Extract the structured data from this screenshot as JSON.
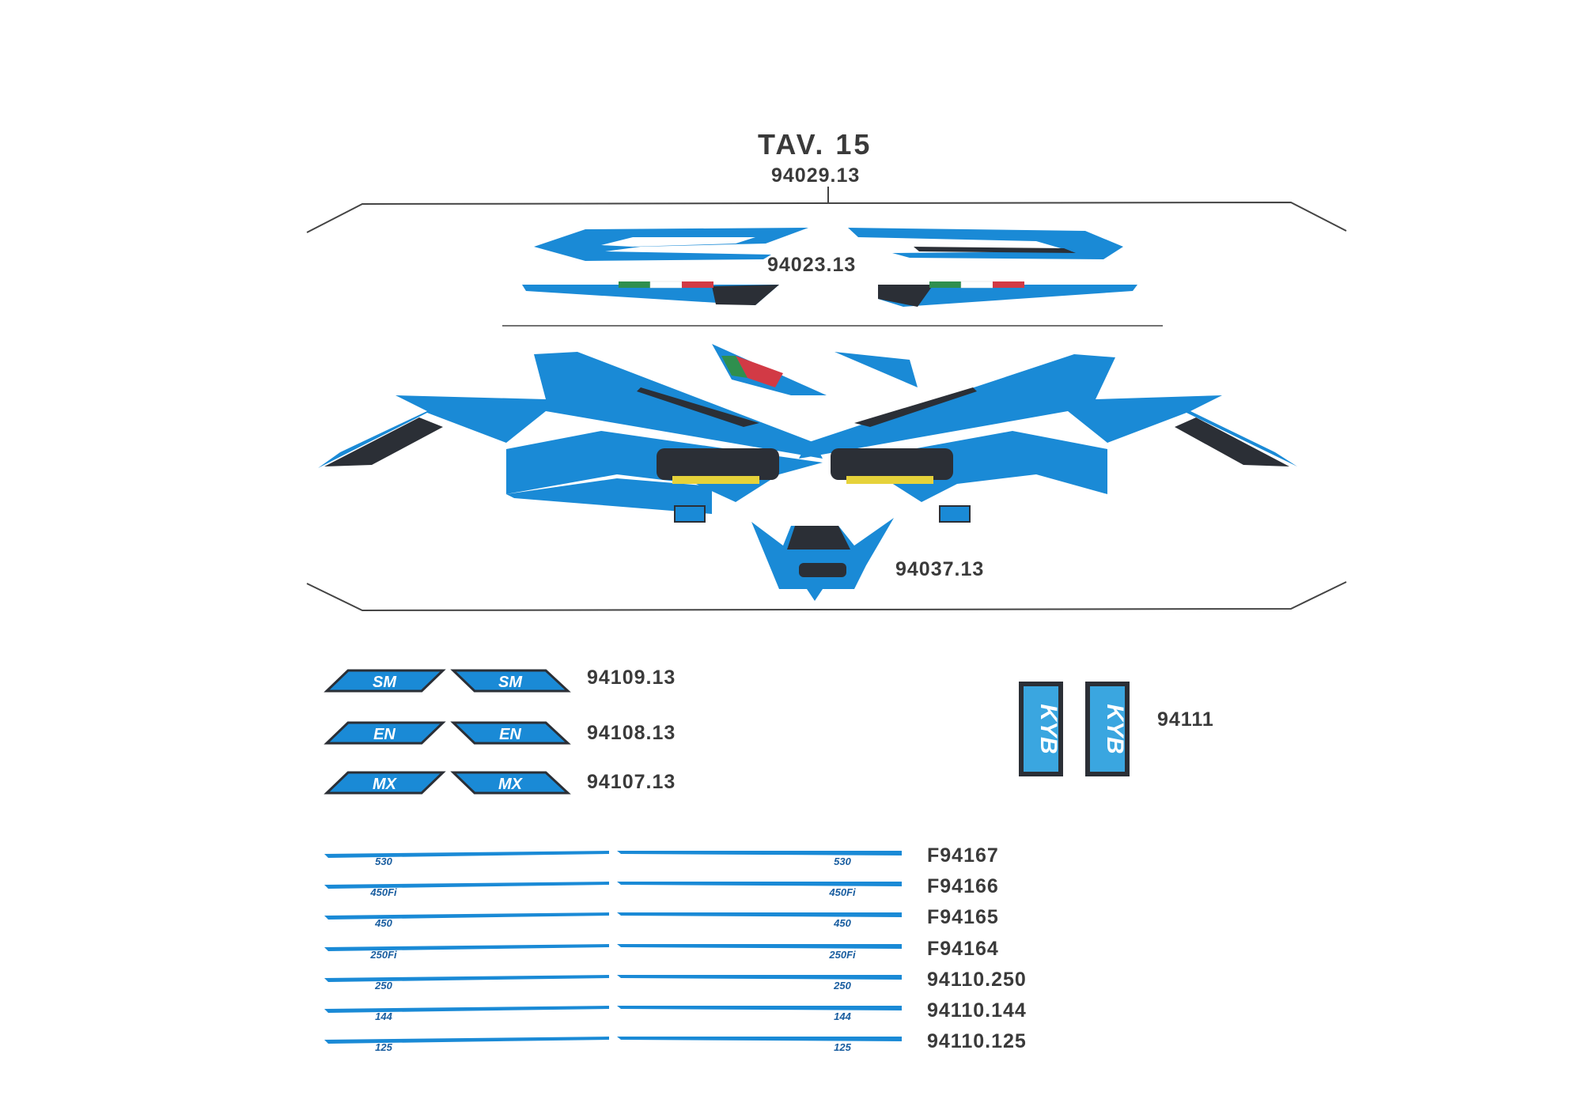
{
  "sheet": {
    "title": "TAV. 15",
    "kit_code": "94029.13"
  },
  "colors": {
    "blue": "#1a8ad6",
    "dark": "#2b2f36",
    "line": "#444444",
    "red": "#d23a45",
    "green": "#2f8f4e"
  },
  "parts": {
    "upper_kit": "94023.13",
    "main_kit": "94037.13",
    "sm": "94109.13",
    "en": "94108.13",
    "mx": "94107.13",
    "kyb": "94111",
    "stripes": [
      "F94167",
      "F94166",
      "F94165",
      "F94164",
      "94110.250",
      "94110.144",
      "94110.125"
    ]
  },
  "sticker_text": {
    "sm": "SM",
    "en": "EN",
    "mx": "MX",
    "kyb": "KYB",
    "stripe_models": [
      "530",
      "450Fi",
      "450",
      "250Fi",
      "250",
      "144",
      "125"
    ]
  }
}
